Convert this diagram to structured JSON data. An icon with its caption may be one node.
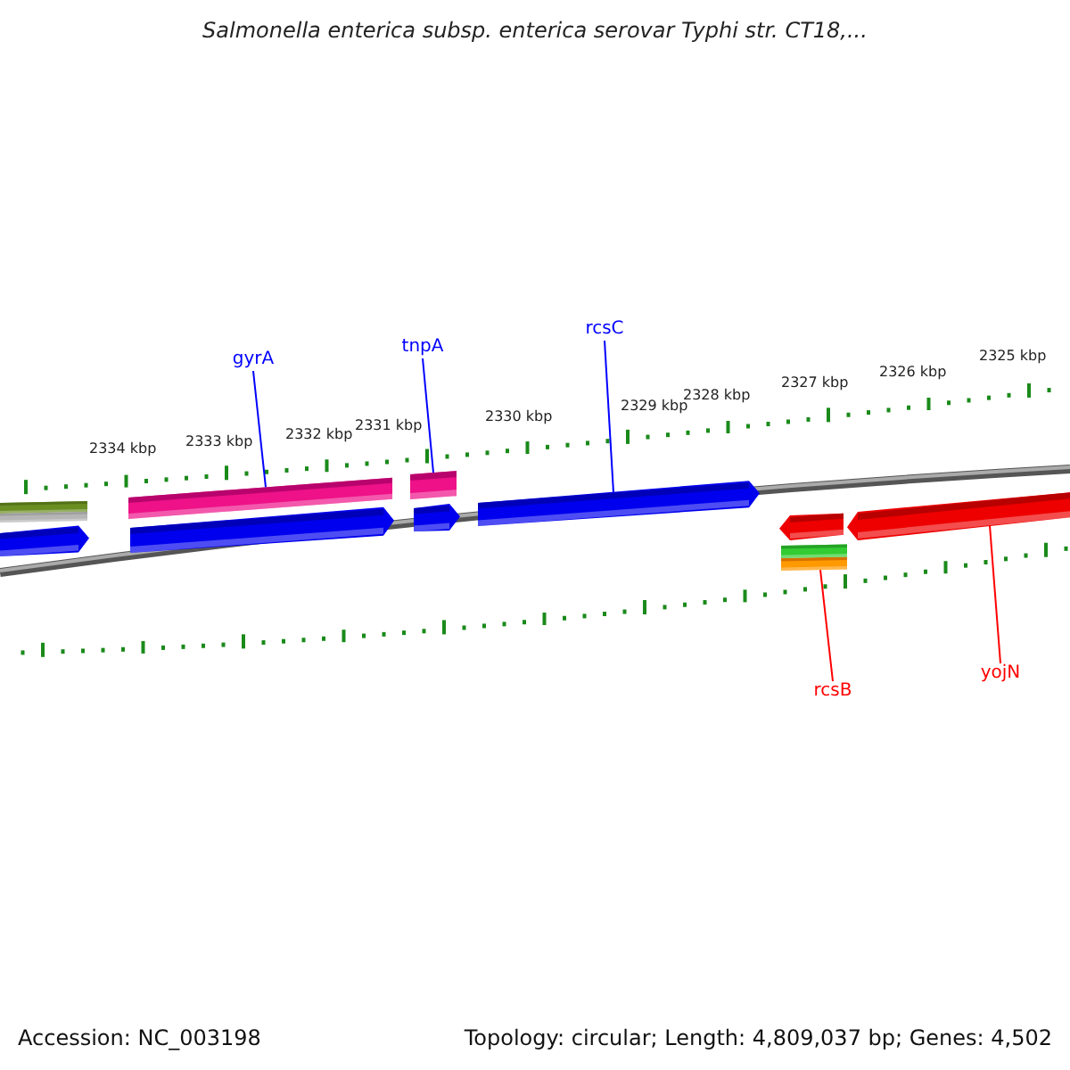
{
  "diagram": {
    "title": "Salmonella enterica subsp. enterica serovar Typhi str. CT18,...",
    "nodes": [
      {
        "text": [
          "gyrA"
        ]
      },
      {
        "text": [
          "tnpA"
        ]
      },
      {
        "text": [
          "rcsC"
        ]
      },
      {
        "text": [],
        "shape": "bar"
      },
      {
        "text": [],
        "shape": "bar"
      },
      {
        "text": [],
        "shape": "bar"
      },
      {
        "text": [],
        "shape": "bar"
      },
      {
        "text": [],
        "shape": "bar"
      },
      {
        "text": [
          "rcsB"
        ]
      },
      {
        "text": [
          "yojN"
        ]
      },
      {
        "text": [],
        "shape": "bar"
      },
      {
        "text": [],
        "shape": "bar"
      },
      {
        "text": [],
        "shape": "bar"
      },
      {
        "text": [],
        "shape": "bar"
      },
      {
        "text": [],
        "shape": "bar"
      },
      {
        "text": [],
        "shape": "bar"
      },
      {
        "text": [],
        "shape": "bar"
      }
    ],
    "edges": [
      {
        "from": 0,
        "to": 3,
        "arrow": "none"
      },
      {
        "from": 1,
        "to": 4,
        "arrow": "none"
      },
      {
        "from": 2,
        "to": 5,
        "arrow": "none"
      },
      {
        "from": 8,
        "to": 6,
        "arrow": "none",
        "color": "#ff0000"
      },
      {
        "from": 9,
        "to": 7,
        "arrow": "none",
        "color": "#ff0000"
      }
    ],
    "labels": [
      "2334 kbp",
      "2333 kbp",
      "2332 kbp",
      "2331 kbp",
      "2330 kbp",
      "2329 kbp",
      "2328 kbp",
      "2327 kbp",
      "2326 kbp",
      "2325 kbp",
      "Accession: NC_003198",
      "Topology: circular; Length: 4,809,037 bp; Genes: 4,502"
    ]
  }
}
